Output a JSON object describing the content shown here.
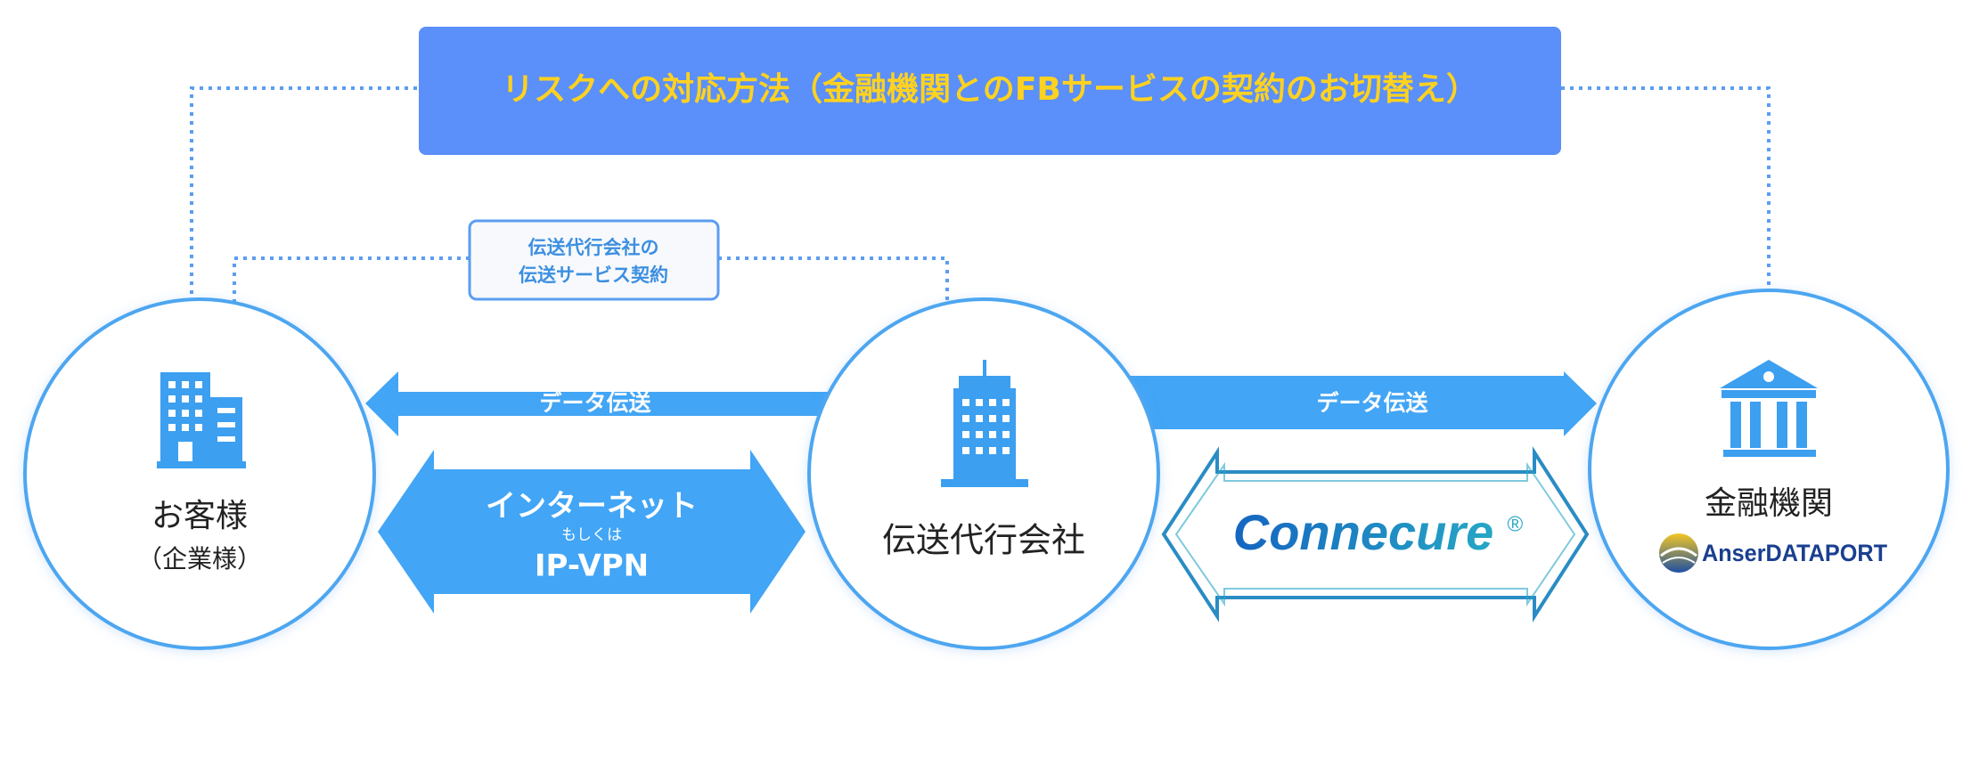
{
  "colors": {
    "banner_bg": "#5b8ff9",
    "banner_text": "#ffd21f",
    "primary_blue": "#42a5f5",
    "icon_blue": "#3c9ff0",
    "dotted": "#5b9df2",
    "connecure_blue": "#1565c0",
    "connecure_teal": "#26a7c5"
  },
  "banner": {
    "text": "リスクへの対応方法（金融機関とのFBサービスの契約のお切替え）"
  },
  "contract_label": {
    "line1": "伝送代行会社の",
    "line2": "伝送サービス契約"
  },
  "nodes": {
    "customer": {
      "icon": "office-buildings-icon",
      "name": "お客様",
      "sub": "（企業様）"
    },
    "agent": {
      "icon": "tower-building-icon",
      "name": "伝送代行会社"
    },
    "bank": {
      "icon": "bank-icon",
      "name": "金融機関",
      "logo": "AnserDATAPORT"
    }
  },
  "arrows": {
    "left_data": "データ伝送",
    "right_data": "データ伝送",
    "network_main": "インターネット",
    "network_or": "もしくは",
    "network_alt": "IP-VPN",
    "connecure": "Connecure",
    "connecure_mark": "®"
  }
}
